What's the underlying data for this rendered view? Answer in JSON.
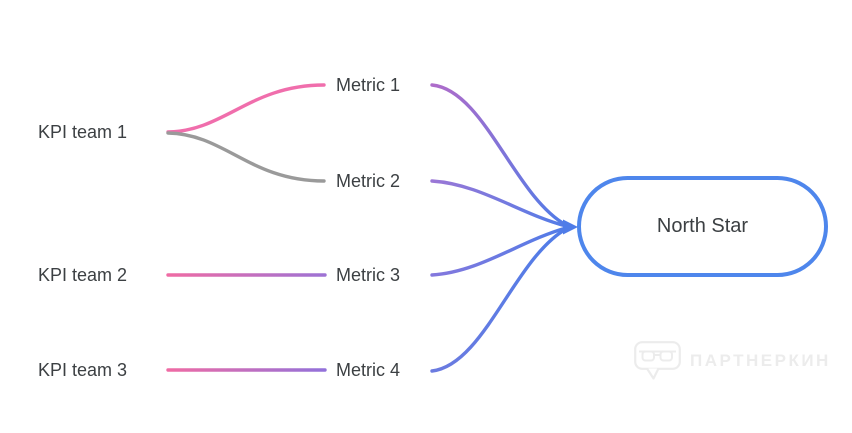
{
  "diagram": {
    "teams": [
      {
        "label": "KPI team 1"
      },
      {
        "label": "KPI team 2"
      },
      {
        "label": "KPI team 3"
      }
    ],
    "metrics": [
      {
        "label": "Metric 1"
      },
      {
        "label": "Metric 2"
      },
      {
        "label": "Metric 3"
      },
      {
        "label": "Metric 4"
      }
    ],
    "north_star": {
      "label": "North Star"
    },
    "edges": [
      {
        "from": "KPI team 1",
        "to": "Metric 1",
        "color_start": "#f06eac",
        "color_end": "#f06eac"
      },
      {
        "from": "KPI team 1",
        "to": "Metric 2",
        "color_start": "#9a9a9a",
        "color_end": "#9a9a9a"
      },
      {
        "from": "KPI team 2",
        "to": "Metric 3",
        "color_start": "#ef6ba4",
        "color_end": "#9d72d4"
      },
      {
        "from": "KPI team 3",
        "to": "Metric 4",
        "color_start": "#ef6ba4",
        "color_end": "#9271da"
      },
      {
        "from": "Metric 1",
        "to": "North Star",
        "color_start": "#ae6cca",
        "color_end": "#4f7ce8"
      },
      {
        "from": "Metric 2",
        "to": "North Star",
        "color_start": "#9b77d6",
        "color_end": "#4f7ce8"
      },
      {
        "from": "Metric 3",
        "to": "North Star",
        "color_start": "#8478dd",
        "color_end": "#4f7ce8"
      },
      {
        "from": "Metric 4",
        "to": "North Star",
        "color_start": "#6b7be0",
        "color_end": "#4f7ce8"
      }
    ],
    "colors": {
      "north_star_border": "#4e86ec",
      "arrow": "#4f7ce8",
      "text": "#3c4043"
    }
  },
  "watermark": {
    "label": "ПАРТНЕРКИН",
    "icon": "speech-bubble-glasses-icon",
    "color": "#ececec"
  }
}
